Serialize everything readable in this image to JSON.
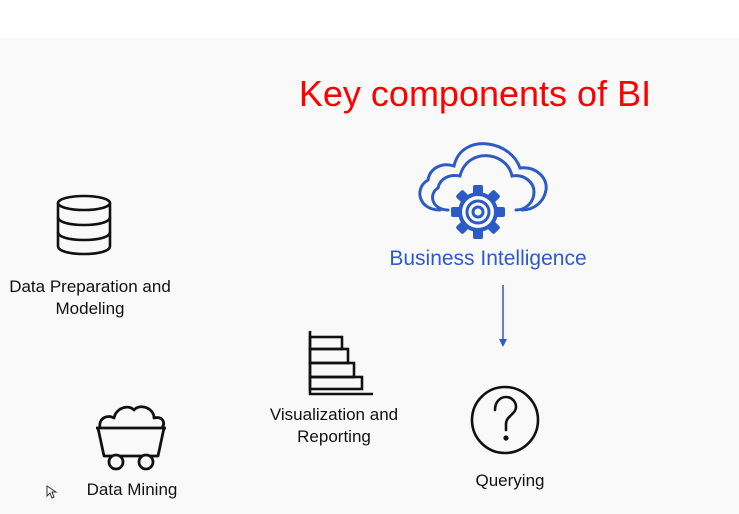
{
  "title": "Key components of BI",
  "center": {
    "label": "Business Intelligence",
    "icon": "cloud-gear-icon",
    "color": "#2d5bc4"
  },
  "components": [
    {
      "label": "Data Preparation and Modeling",
      "icon": "database-icon"
    },
    {
      "label": "Data Mining",
      "icon": "mine-cart-icon"
    },
    {
      "label": "Visualization and Reporting",
      "icon": "bar-chart-icon"
    },
    {
      "label": "Querying",
      "icon": "question-circle-icon"
    }
  ],
  "colors": {
    "title": "#ff0000",
    "accent": "#2d5bc4",
    "text": "#111111"
  }
}
